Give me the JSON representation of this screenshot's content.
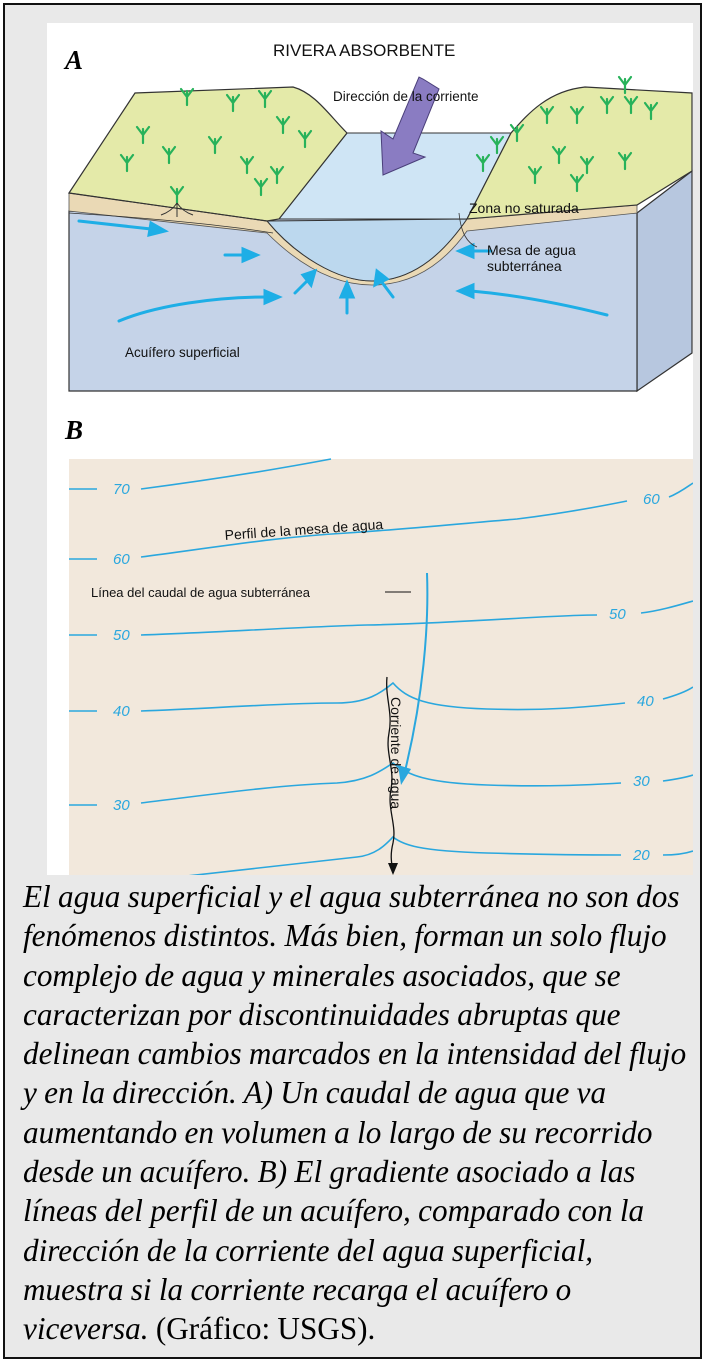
{
  "panel_a": {
    "letter": "A",
    "title": "RIVERA ABSORBENTE",
    "labels": {
      "flow_direction": "Dirección de la corriente",
      "unsaturated_zone": "Zona no saturada",
      "water_table_line1": "Mesa de agua",
      "water_table_line2": "subterránea",
      "aquifer": "Acuífero superficial"
    }
  },
  "panel_b": {
    "letter": "B",
    "labels": {
      "water_table_profile": "Perfil de la mesa de agua",
      "groundwater_flow_line": "Línea del caudal de agua subterránea",
      "stream": "Corriente de agua"
    },
    "contours": [
      "70",
      "60",
      "50",
      "40",
      "30",
      "20"
    ]
  },
  "caption": {
    "italic_text": "El agua superficial y el agua subterránea no son dos fenómenos distintos. Más bien, forman un solo flujo complejo de agua y minerales asociados, que se caracterizan por discontinuidades abruptas que delinean cambios marcados en la intensidad del flujo y en la dirección. A) Un caudal de agua que va aumentando en volumen a lo largo de su recorrido desde un acuífero. B) El gradiente asociado a las líneas del perfil de un acuífero, comparado con la dirección de la corriente del agua superficial, muestra si la corriente recarga el acuífero o viceversa.",
    "credit": "(Gráfico: USGS)."
  },
  "colors": {
    "grass": "#e4eaa9",
    "ground": "#c5d3e8",
    "ground_side": "#b7c7df",
    "river": "#cfe5f5",
    "sand": "#ead9b5",
    "arrow_blue": "#1eaee6",
    "current_arrow": "#8a7cc2",
    "plant": "#27b25a",
    "map_bg": "#f2e8dc",
    "contour": "#2aa7de"
  }
}
